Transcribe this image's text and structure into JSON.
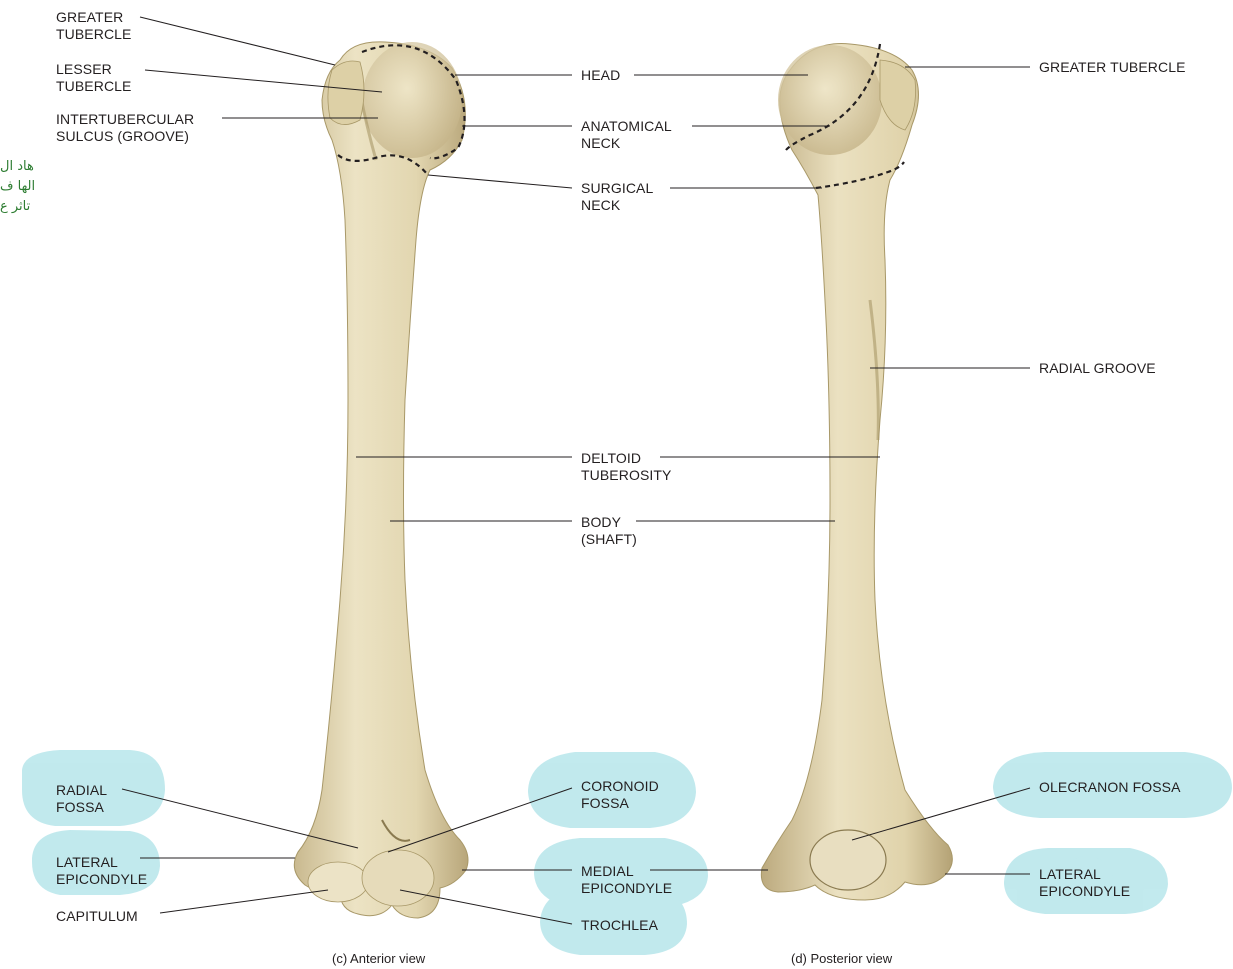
{
  "labels": {
    "greater_tubercle_left": [
      "GREATER",
      "TUBERCLE"
    ],
    "lesser_tubercle": [
      "LESSER",
      "TUBERCLE"
    ],
    "intertubercular_sulcus": [
      "INTERTUBERCULAR",
      "SULCUS (GROOVE)"
    ],
    "head": [
      "HEAD"
    ],
    "anatomical_neck": [
      "ANATOMICAL",
      "NECK"
    ],
    "surgical_neck": [
      "SURGICAL",
      "NECK"
    ],
    "greater_tubercle_right": [
      "GREATER TUBERCLE"
    ],
    "radial_groove": [
      "RADIAL GROOVE"
    ],
    "deltoid_tuberosity": [
      "DELTOID",
      "TUBEROSITY"
    ],
    "body_shaft": [
      "BODY",
      "(SHAFT)"
    ],
    "radial_fossa": [
      "RADIAL",
      "FOSSA"
    ],
    "coronoid_fossa": [
      "CORONOID",
      "FOSSA"
    ],
    "olecranon_fossa": [
      "OLECRANON FOSSA"
    ],
    "lateral_epicondyle_left": [
      "LATERAL",
      "EPICONDYLE"
    ],
    "medial_epicondyle": [
      "MEDIAL",
      "EPICONDYLE"
    ],
    "lateral_epicondyle_right": [
      "LATERAL",
      "EPICONDYLE"
    ],
    "capitulum": [
      "CAPITULUM"
    ],
    "trochlea": [
      "TROCHLEA"
    ]
  },
  "captions": {
    "anterior": "(c) Anterior view",
    "posterior": "(d) Posterior view"
  },
  "handwritten_note": [
    "هاد ال",
    "الها ف",
    "تاثر ع"
  ],
  "colors": {
    "bone": "#e6dcb9",
    "bone_shadow": "#c9b98f",
    "bone_dark": "#a89868",
    "highlight": "#8fd8e0",
    "leader_line": "#231f20",
    "note_text": "#2e7d32"
  }
}
